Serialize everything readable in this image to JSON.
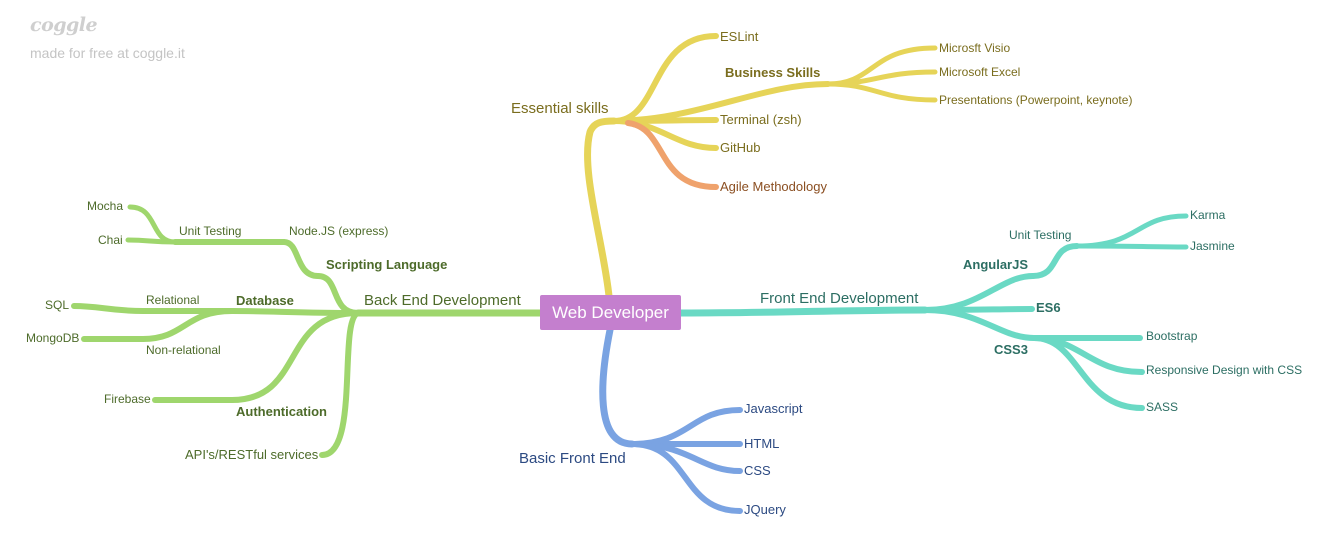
{
  "branding": {
    "logo": "coggle",
    "tagline": "made for free at coggle.it"
  },
  "root": {
    "label": "Web Developer"
  },
  "colors": {
    "essential": "#e6d458",
    "essential_text": "#7a6d1e",
    "agile": "#efa26c",
    "agile_text": "#8b4f22",
    "frontend": "#6ad9c4",
    "frontend_text": "#2c6e63",
    "basic": "#7aa3e2",
    "basic_text": "#2c4a82",
    "backend": "#9fd66d",
    "backend_text": "#4d6b2a",
    "root_fill": "#c47fce"
  },
  "branches": {
    "essential": {
      "label": "Essential skills",
      "children": {
        "eslint": "ESLint",
        "business": {
          "label": "Business Skills",
          "visio": "Microsft Visio",
          "excel": "Microsoft Excel",
          "presentations": "Presentations (Powerpoint, keynote)"
        },
        "terminal": "Terminal (zsh)",
        "github": "GitHub",
        "agile": "Agile Methodology"
      }
    },
    "frontend": {
      "label": "Front End Development",
      "children": {
        "angular": {
          "label": "AngularJS",
          "unit_testing": "Unit Testing",
          "karma": "Karma",
          "jasmine": "Jasmine"
        },
        "es6": "ES6",
        "css3": {
          "label": "CSS3",
          "bootstrap": "Bootstrap",
          "responsive": "Responsive Design with CSS",
          "sass": "SASS"
        }
      }
    },
    "basic": {
      "label": "Basic Front End",
      "children": {
        "javascript": "Javascript",
        "html": "HTML",
        "css": "CSS",
        "jquery": "JQuery"
      }
    },
    "backend": {
      "label": "Back End Development",
      "children": {
        "scripting": {
          "label": "Scripting Language",
          "node": "Node.JS (express)",
          "unit_testing": "Unit Testing",
          "mocha": "Mocha",
          "chai": "Chai"
        },
        "database": {
          "label": "Database",
          "relational": "Relational",
          "sql": "SQL",
          "nonrelational": "Non-relational",
          "mongodb": "MongoDB"
        },
        "authentication": {
          "label": "Authentication",
          "firebase": "Firebase"
        },
        "apis": "API's/RESTful services"
      }
    }
  }
}
